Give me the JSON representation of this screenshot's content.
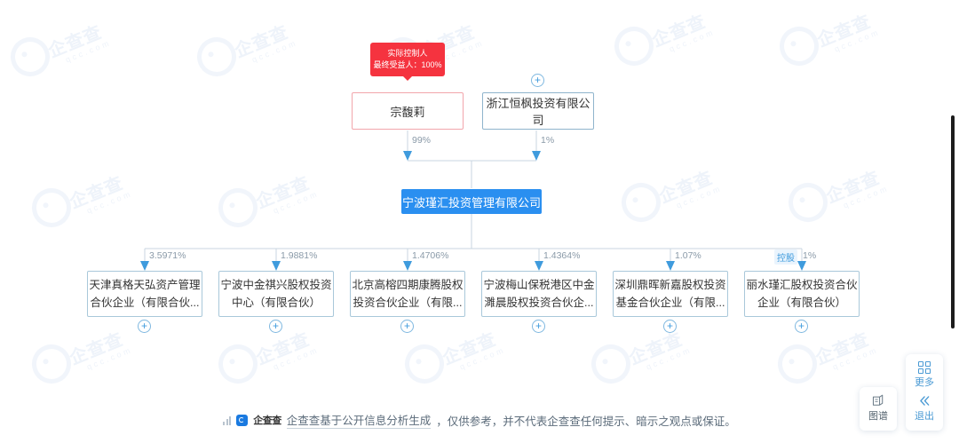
{
  "controller_badge": {
    "title": "实际控制人",
    "beneficiary": "最终受益人：100%"
  },
  "nodes": {
    "person": {
      "name": "宗馥莉"
    },
    "cocontrol": {
      "name": "浙江恒枫投资有限公司"
    },
    "center": {
      "name": "宁波瑾汇投资管理有限公司"
    }
  },
  "edges": {
    "person_to_center": "99%",
    "cocontrol_to_center": "1%"
  },
  "shareholders": [
    {
      "pct": "3.5971%",
      "line1": "天津真格天弘资产管理",
      "line2": "合伙企业（有限合伙...",
      "tag": ""
    },
    {
      "pct": "1.9881%",
      "line1": "宁波中金祺兴股权投资",
      "line2": "中心（有限合伙）",
      "tag": ""
    },
    {
      "pct": "1.4706%",
      "line1": "北京高榕四期康腾股权",
      "line2": "投资合伙企业（有限...",
      "tag": ""
    },
    {
      "pct": "1.4364%",
      "line1": "宁波梅山保税港区中金",
      "line2": "濉晨股权投资合伙企...",
      "tag": ""
    },
    {
      "pct": "1.07%",
      "line1": "深圳鼎晖新嘉股权投资",
      "line2": "基金合伙企业（有限...",
      "tag": ""
    },
    {
      "pct": "1%",
      "line1": "丽水瑾汇股权投资合伙",
      "line2": "企业（有限合伙）",
      "tag": "控股"
    }
  ],
  "expander_label": "+",
  "footer": {
    "brand": "企查查",
    "disclaimer_link": "企查查基于公开信息分析生成",
    "disclaimer_rest": "，仅供参考，并不代表企查查任何提示、暗示之观点或保证。"
  },
  "controls": {
    "more": "更多",
    "exit": "退出",
    "graph": "图谱"
  },
  "watermark": {
    "text": "企查查",
    "sub": "qcc.com"
  },
  "colors": {
    "accent": "#2a8ff0",
    "danger": "#f5333f",
    "edge": "#c9d6e0",
    "link": "#4a9ad4"
  }
}
